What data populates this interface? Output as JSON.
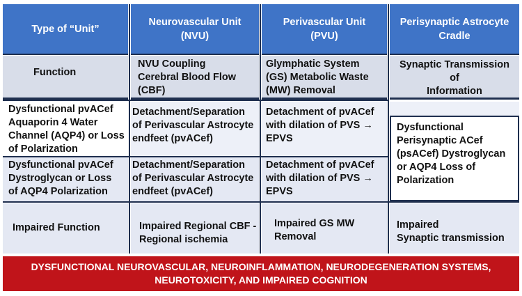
{
  "headers": [
    "Type of “Unit”",
    "Neurovascular Unit\n(NVU)",
    "Perivascular Unit\n(PVU)",
    "Perisynaptic Astrocyte\nCradle"
  ],
  "rows": {
    "function": {
      "label": "Function",
      "nvu": "NVU Coupling\nCerebral Blood Flow\n(CBF)",
      "pvu": "Glymphatic System\n(GS) Metabolic Waste\n(MW) Removal",
      "psac": "Synaptic Transmission\nof\nInformation"
    },
    "aqp4": {
      "label": "Dysfunctional pvACef\nAquaporin 4 Water\nChannel (AQP4) or Loss\nof Polarization",
      "nvu": "Detachment/Separation\nof Perivascular Astrocyte\nendfeet  (pvACef)",
      "pvu": "Detachment of pvACef\nwith dilation of PVS →\nEPVS"
    },
    "dystroglycan": {
      "label": "Dysfunctional pvACef\nDystroglycan or Loss\nof AQP4 Polarization",
      "nvu": "Detachment/Separation\nof Perivascular Astrocyte\nendfeet  (pvACef)",
      "pvu": "Detachment of pvACef\nwith dilation of PVS →\nEPVS"
    },
    "psac_dysfunction": "Dysfunctional\nPerisynaptic ACef\n(psACef) Dystroglycan\nor AQP4  Loss of\nPolarization",
    "impaired": {
      "label": "Impaired Function",
      "nvu": "Impaired Regional CBF -\nRegional ischemia",
      "pvu": "Impaired GS MW\nRemoval",
      "psac": "Impaired\nSynaptic transmission"
    }
  },
  "banner": "DYSFUNCTIONAL  NEUROVASCULAR, NEUROINFLAMMATION, NEURODEGENERATION SYSTEMS,\nNEUROTOXICITY, AND IMPAIRED COGNITION",
  "colors": {
    "header_blue": "#3f74c7",
    "banner_red": "#c0141a",
    "grid_navy": "#1f2f4f"
  }
}
